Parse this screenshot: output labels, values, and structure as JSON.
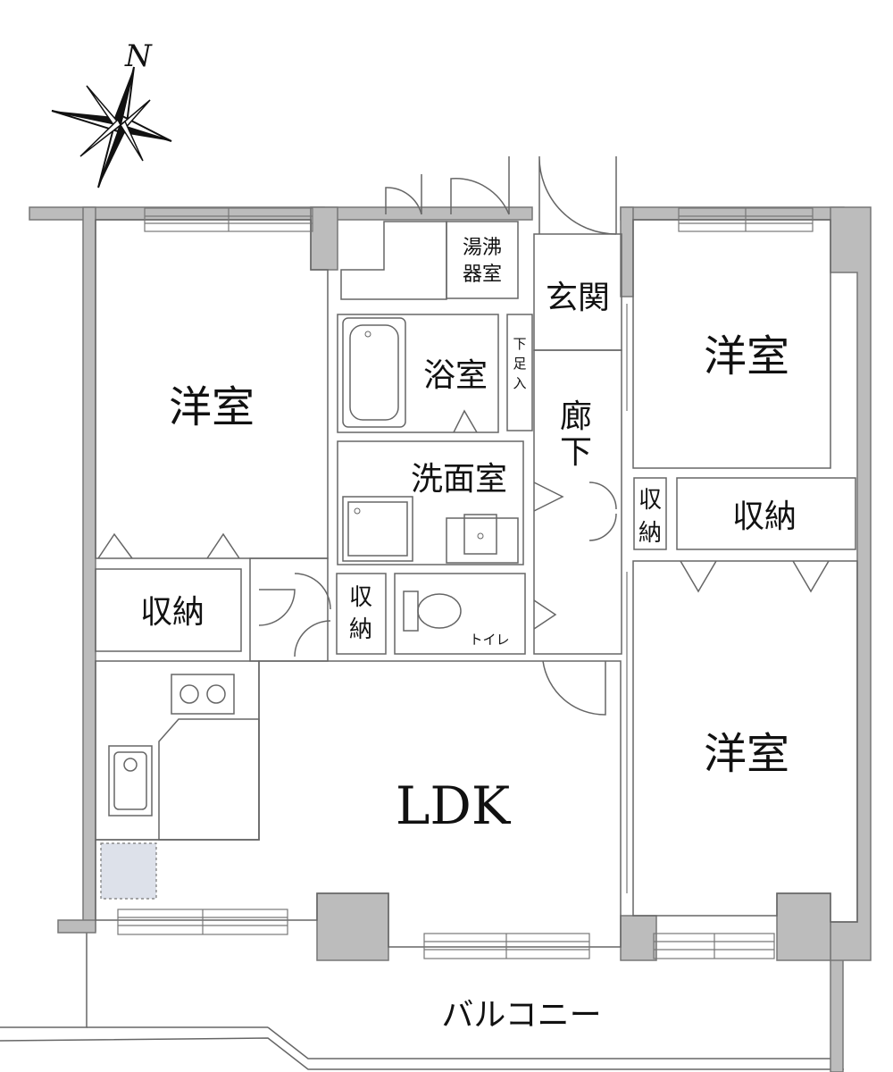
{
  "compass": {
    "north_label": "N"
  },
  "rooms": {
    "western_room_left": "洋室",
    "western_room_top_right": "洋室",
    "western_room_bottom_right": "洋室",
    "bathroom": "浴室",
    "washroom": "洗面室",
    "toilet": "トイレ",
    "entrance": "玄関",
    "corridor": [
      "廊",
      "下"
    ],
    "water_heater_room": [
      "湯沸",
      "器室"
    ],
    "shoe_storage": [
      "下",
      "足",
      "入"
    ],
    "storage_left": "収納",
    "storage_mid": [
      "収",
      "納"
    ],
    "storage_corridor": [
      "収",
      "納"
    ],
    "storage_right": "収納",
    "ldk": "LDK",
    "balcony": "バルコニー"
  },
  "colors": {
    "room_tan": "#e9d9b8",
    "storage_brown": "#d2b896",
    "wet_area_blue": "#dde1ea",
    "wall_gray": "#bcbcbc",
    "outline": "#666666"
  }
}
